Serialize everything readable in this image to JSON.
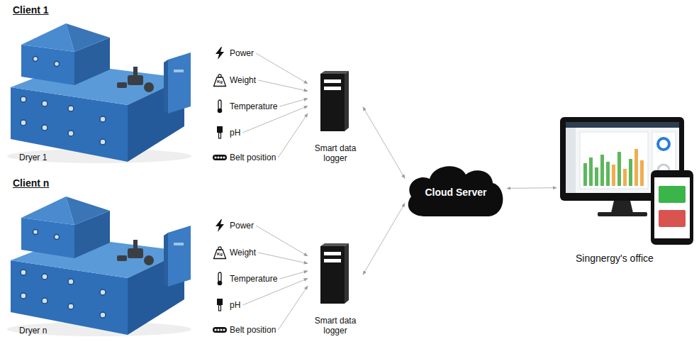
{
  "diagram": {
    "nodes": [
      {
        "text": [
          "Dryer 1"
        ]
      },
      {
        "text": [
          "Power"
        ]
      },
      {
        "text": [
          "Weight"
        ]
      },
      {
        "text": [
          "Temperature"
        ]
      },
      {
        "text": [
          "pH"
        ]
      },
      {
        "text": [
          "Belt position"
        ]
      },
      {
        "text": [
          "Smart data logger"
        ]
      },
      {
        "text": [
          "Dryer n"
        ]
      },
      {
        "text": [
          "Power"
        ]
      },
      {
        "text": [
          "Weight"
        ]
      },
      {
        "text": [
          "Temperature"
        ]
      },
      {
        "text": [
          "pH"
        ]
      },
      {
        "text": [
          "Belt position"
        ]
      },
      {
        "text": [
          "Smart data logger"
        ]
      },
      {
        "text": [
          "Cloud Server"
        ]
      },
      {
        "text": [
          "Singnergy's office"
        ]
      }
    ],
    "edges": [
      {
        "from": 1,
        "to": 6,
        "arrow": "to"
      },
      {
        "from": 2,
        "to": 6,
        "arrow": "to"
      },
      {
        "from": 3,
        "to": 6,
        "arrow": "to"
      },
      {
        "from": 4,
        "to": 6,
        "arrow": "to"
      },
      {
        "from": 5,
        "to": 6,
        "arrow": "to"
      },
      {
        "from": 8,
        "to": 13,
        "arrow": "to"
      },
      {
        "from": 9,
        "to": 13,
        "arrow": "to"
      },
      {
        "from": 10,
        "to": 13,
        "arrow": "to"
      },
      {
        "from": 11,
        "to": 13,
        "arrow": "to"
      },
      {
        "from": 12,
        "to": 13,
        "arrow": "to"
      },
      {
        "from": 6,
        "to": 14,
        "arrow": "both"
      },
      {
        "from": 13,
        "to": 14,
        "arrow": "both"
      },
      {
        "from": 14,
        "to": 15,
        "arrow": "both"
      }
    ],
    "labels": [
      "Client 1",
      "Client n",
      "Kg",
      "Kg"
    ]
  }
}
